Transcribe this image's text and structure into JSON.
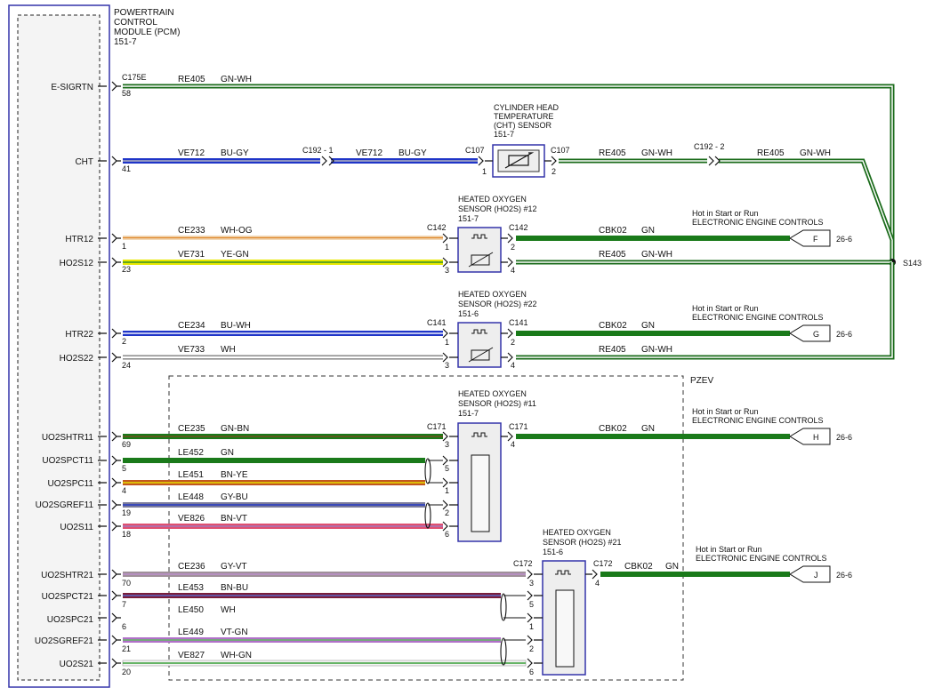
{
  "pcm": {
    "title_lines": [
      "POWERTRAIN",
      "CONTROL",
      "MODULE (PCM)",
      "151-7"
    ]
  },
  "pins": [
    {
      "name": "E-SIGRTN",
      "pin": "58"
    },
    {
      "name": "CHT",
      "pin": "41"
    },
    {
      "name": "HTR12",
      "pin": "1"
    },
    {
      "name": "HO2S12",
      "pin": "23"
    },
    {
      "name": "HTR22",
      "pin": "2"
    },
    {
      "name": "HO2S22",
      "pin": "24"
    },
    {
      "name": "UO2SHTR11",
      "pin": "69"
    },
    {
      "name": "UO2SPCT11",
      "pin": "5"
    },
    {
      "name": "UO2SPC11",
      "pin": "4"
    },
    {
      "name": "UO2SGREF11",
      "pin": "19"
    },
    {
      "name": "UO2S11",
      "pin": "18"
    },
    {
      "name": "UO2SHTR21",
      "pin": "70"
    },
    {
      "name": "UO2SPCT21",
      "pin": "7"
    },
    {
      "name": "UO2SPC21",
      "pin": "6"
    },
    {
      "name": "UO2SGREF21",
      "pin": "21"
    },
    {
      "name": "UO2S21",
      "pin": "20"
    }
  ],
  "connectors": {
    "c175e": "C175E",
    "c192_1": "C192 - 1",
    "c192_2": "C192 - 2",
    "c107": "C107",
    "c142": "C142",
    "c141": "C141",
    "c171": "C171",
    "c172": "C172",
    "s143": "S143"
  },
  "wires": {
    "esigrtn": {
      "circuit": "RE405",
      "color": "GN-WH"
    },
    "cht_a": {
      "circuit": "VE712",
      "color": "BU-GY"
    },
    "cht_b": {
      "circuit": "VE712",
      "color": "BU-GY"
    },
    "cht_c": {
      "circuit": "RE405",
      "color": "GN-WH"
    },
    "cht_d": {
      "circuit": "RE405",
      "color": "GN-WH"
    },
    "htr12": {
      "circuit": "CE233",
      "color": "WH-OG"
    },
    "ho2s12": {
      "circuit": "VE731",
      "color": "YE-GN"
    },
    "htr12_out": {
      "circuit": "CBK02",
      "color": "GN"
    },
    "ho2s12_out": {
      "circuit": "RE405",
      "color": "GN-WH"
    },
    "htr22": {
      "circuit": "CE234",
      "color": "BU-WH"
    },
    "ho2s22": {
      "circuit": "VE733",
      "color": "WH"
    },
    "htr22_out": {
      "circuit": "CBK02",
      "color": "GN"
    },
    "ho2s22_out": {
      "circuit": "RE405",
      "color": "GN-WH"
    },
    "uhtr11": {
      "circuit": "CE235",
      "color": "GN-BN"
    },
    "upct11": {
      "circuit": "LE452",
      "color": "GN"
    },
    "upc11": {
      "circuit": "LE451",
      "color": "BN-YE"
    },
    "ugref11": {
      "circuit": "LE448",
      "color": "GY-BU"
    },
    "us11": {
      "circuit": "VE826",
      "color": "BN-VT"
    },
    "uhtr11_out": {
      "circuit": "CBK02",
      "color": "GN"
    },
    "uhtr21": {
      "circuit": "CE236",
      "color": "GY-VT"
    },
    "upct21": {
      "circuit": "LE453",
      "color": "BN-BU"
    },
    "upc21": {
      "circuit": "LE450",
      "color": "WH"
    },
    "ugref21": {
      "circuit": "LE449",
      "color": "VT-GN"
    },
    "us21": {
      "circuit": "VE827",
      "color": "WH-GN"
    },
    "uhtr21_out": {
      "circuit": "CBK02",
      "color": "GN"
    }
  },
  "components": {
    "cht": {
      "lines": [
        "CYLINDER HEAD",
        "TEMPERATURE",
        "(CHT) SENSOR",
        "151-7"
      ]
    },
    "ho2s12": {
      "lines": [
        "HEATED OXYGEN",
        "SENSOR (HO2S) #12",
        "151-7"
      ]
    },
    "ho2s22": {
      "lines": [
        "HEATED OXYGEN",
        "SENSOR (HO2S) #22",
        "151-6"
      ]
    },
    "ho2s11": {
      "lines": [
        "HEATED OXYGEN",
        "SENSOR (HO2S) #11",
        "151-7"
      ]
    },
    "ho2s21": {
      "lines": [
        "HEATED OXYGEN",
        "SENSOR (HO2S) #21",
        "151-6"
      ]
    }
  },
  "comp_pins": {
    "cht_left": "1",
    "cht_right": "2",
    "s12_l1": "1",
    "s12_l2": "3",
    "s12_r1": "2",
    "s12_r2": "4",
    "s22_l1": "1",
    "s22_l2": "3",
    "s22_r1": "2",
    "s22_r2": "4",
    "s11_l": [
      "3",
      "5",
      "1",
      "2",
      "6"
    ],
    "s11_r": "4",
    "s21_l": [
      "3",
      "5",
      "1",
      "2",
      "6"
    ],
    "s21_r": "4"
  },
  "power_refs": {
    "label1": "Hot in Start or Run",
    "label2": "ELECTRONIC ENGINE CONTROLS",
    "items": [
      {
        "letter": "F",
        "page": "26-6"
      },
      {
        "letter": "G",
        "page": "26-6"
      },
      {
        "letter": "H",
        "page": "26-6"
      },
      {
        "letter": "J",
        "page": "26-6"
      }
    ]
  },
  "pzev_label": "PZEV"
}
